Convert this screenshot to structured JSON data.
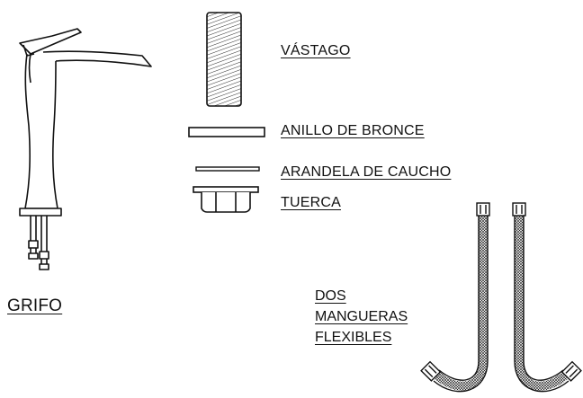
{
  "labels": {
    "vastago": "VÁSTAGO",
    "anillo": "ANILLO DE BRONCE",
    "arandela": "ARANDELA DE CAUCHO",
    "tuerca": "TUERCA",
    "grifo": "GRIFO",
    "mangueras": [
      "DOS",
      "MANGUERAS",
      "FLEXIBLES"
    ]
  },
  "colors": {
    "line": "#111111",
    "background": "#ffffff"
  }
}
